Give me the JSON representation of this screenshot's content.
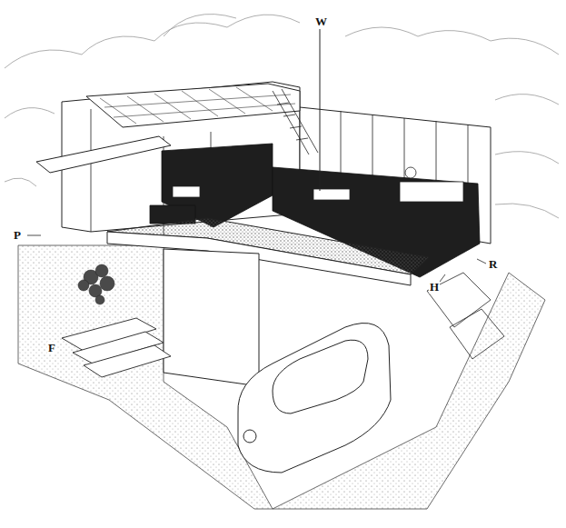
{
  "diagram": {
    "labels": [
      "W",
      "P",
      "R",
      "H",
      "F"
    ]
  }
}
